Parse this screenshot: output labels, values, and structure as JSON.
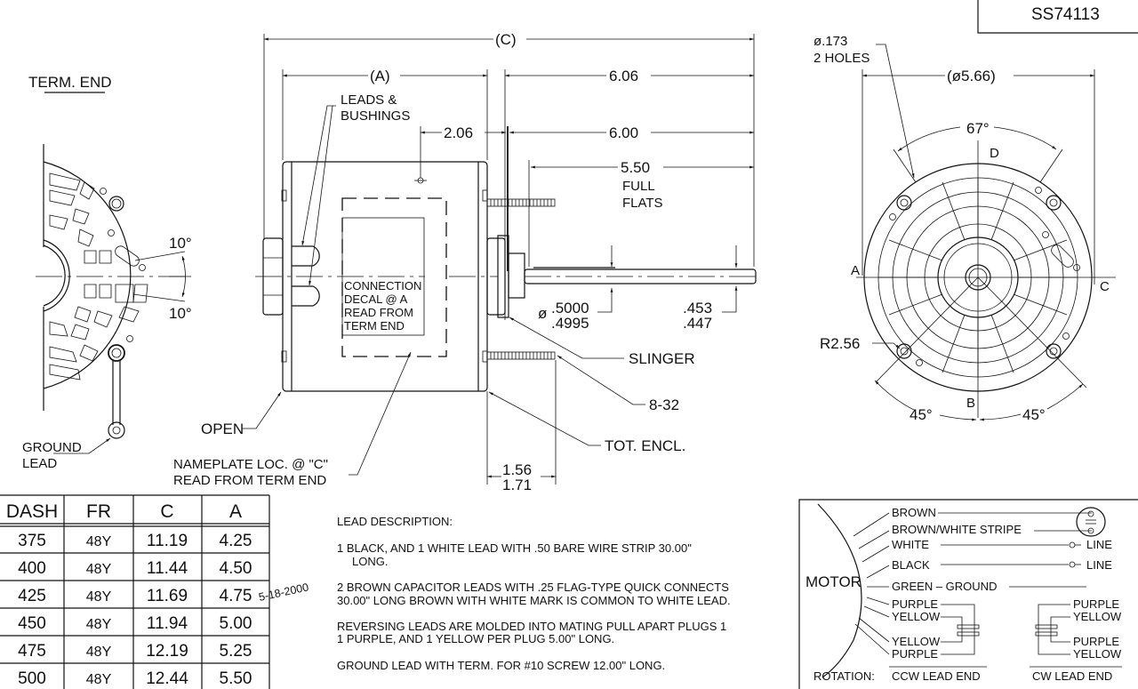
{
  "title_block": {
    "part_number": "SS74113"
  },
  "term_end_view": {
    "heading": "TERM. END",
    "angle_upper": "10°",
    "angle_lower": "10°",
    "ground_lead_label_1": "GROUND",
    "ground_lead_label_2": "LEAD"
  },
  "side_view": {
    "dim_c": "(C)",
    "dim_a": "(A)",
    "dim_606": "6.06",
    "dim_600": "6.00",
    "dim_206": "2.06",
    "dim_550": "5.50",
    "full_flats_1": "FULL",
    "full_flats_2": "FLATS",
    "leads_bushings_1": "LEADS &",
    "leads_bushings_2": "BUSHINGS",
    "decal_1": "CONNECTION",
    "decal_2": "DECAL @ A",
    "decal_3": "READ FROM",
    "decal_4": "TERM END",
    "shaft_dia_symbol": "ø",
    "shaft_dia_max": ".5000",
    "shaft_dia_min": ".4995",
    "flat_max": ".453",
    "flat_min": ".447",
    "slinger": "SLINGER",
    "thread": "8-32",
    "tot_encl": "TOT. ENCL.",
    "open": "OPEN",
    "nameplate_1": "NAMEPLATE LOC. @ \"C\"",
    "nameplate_2": "READ FROM TERM END",
    "dim_156": "1.56",
    "dim_171": "1.71"
  },
  "shaft_end_view": {
    "holes_1": "ø.173",
    "holes_2": "2 HOLES",
    "diameter": "(ø5.66)",
    "angle_top": "67°",
    "label_d": "D",
    "label_a": "A",
    "label_c": "C",
    "label_b": "B",
    "radius": "R2.56",
    "angle_left": "45°",
    "angle_right": "45°"
  },
  "dash_table": {
    "headers": [
      "DASH",
      "FR",
      "C",
      "A"
    ],
    "rows": [
      [
        "375",
        "48Y",
        "11.19",
        "4.25"
      ],
      [
        "400",
        "48Y",
        "11.44",
        "4.50"
      ],
      [
        "425",
        "48Y",
        "11.69",
        "4.75"
      ],
      [
        "450",
        "48Y",
        "11.94",
        "5.00"
      ],
      [
        "475",
        "48Y",
        "12.19",
        "5.25"
      ],
      [
        "500",
        "48Y",
        "12.44",
        "5.50"
      ]
    ],
    "revision_date": "5-18-2000"
  },
  "lead_description": {
    "heading": "LEAD DESCRIPTION:",
    "p1_l1": "1  BLACK, AND 1 WHITE LEAD WITH .50 BARE WIRE STRIP 30.00\"",
    "p1_l2": "LONG.",
    "p2_l1": "2  BROWN CAPACITOR LEADS WITH .25 FLAG-TYPE QUICK CONNECTS",
    "p2_l2": "30.00\" LONG BROWN WITH WHITE MARK IS COMMON TO WHITE LEAD.",
    "p3_l1": "REVERSING LEADS ARE MOLDED INTO MATING PULL APART PLUGS 1",
    "p3_l2": "1  PURPLE, AND 1 YELLOW PER PLUG 5.00\" LONG.",
    "p4_l1": "GROUND LEAD WITH TERM. FOR #10 SCREW 12.00\" LONG."
  },
  "wiring": {
    "motor": "MOTOR",
    "brown": "BROWN",
    "brown_white": "BROWN/WHITE STRIPE",
    "white": "WHITE",
    "black": "BLACK",
    "green": "GREEN  –  GROUND",
    "line_1": "LINE",
    "line_2": "LINE",
    "ccw_purple_1": "PURPLE",
    "ccw_yellow_1": "YELLOW",
    "ccw_yellow_2": "YELLOW",
    "ccw_purple_2": "PURPLE",
    "cw_purple_1": "PURPLE",
    "cw_yellow_1": "YELLOW",
    "cw_purple_2": "PURPLE",
    "cw_yellow_2": "YELLOW",
    "rotation": "ROTATION:",
    "ccw": "CCW  LEAD  END",
    "cw": "CW  LEAD  END"
  }
}
